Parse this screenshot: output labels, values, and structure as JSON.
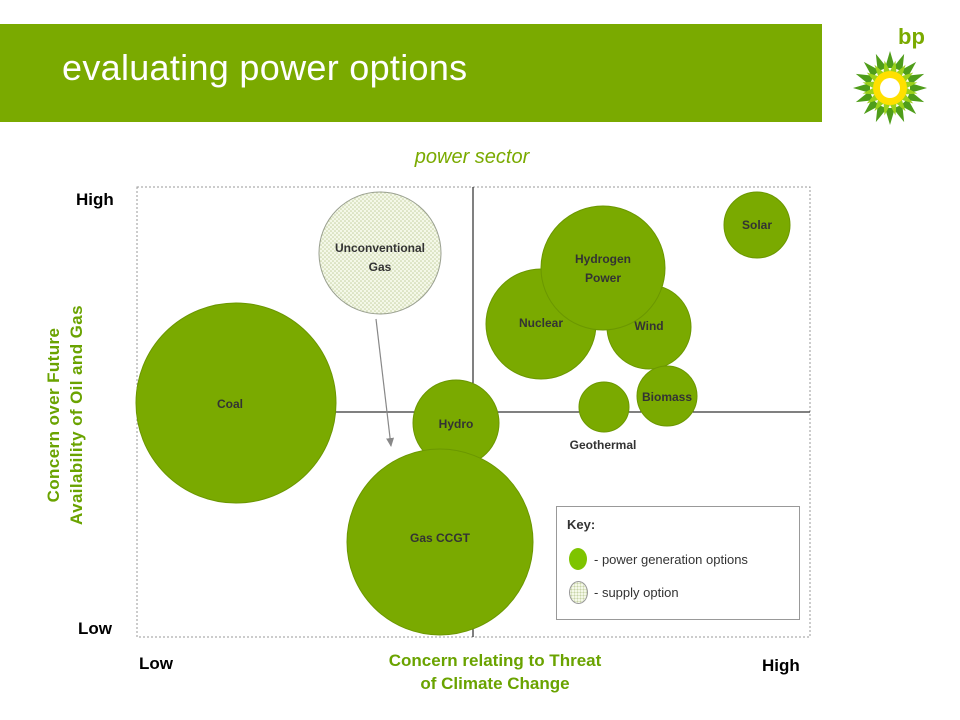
{
  "header": {
    "title": "evaluating power options",
    "brand_wordmark": "bp",
    "band_color": "#7aaa00"
  },
  "diagram": {
    "sector_title": "power sector",
    "y_axis": {
      "title_line1": "Concern over Future",
      "title_line2": "Availability of Oil and Gas",
      "high": "High",
      "low": "Low"
    },
    "x_axis": {
      "title_line1": "Concern relating to Threat",
      "title_line2": "of Climate Change",
      "low": "Low",
      "high": "High"
    },
    "bubbles": {
      "unconventional_gas": {
        "line1": "Unconventional",
        "line2": "Gas",
        "kind": "supply"
      },
      "coal": {
        "label": "Coal",
        "kind": "power"
      },
      "hydro": {
        "label": "Hydro",
        "kind": "power"
      },
      "gas_ccgt": {
        "label": "Gas CCGT",
        "kind": "power"
      },
      "nuclear": {
        "label": "Nuclear",
        "kind": "power"
      },
      "wind": {
        "label": "Wind",
        "kind": "power"
      },
      "hydrogen_power": {
        "line1": "Hydrogen",
        "line2": "Power",
        "kind": "power"
      },
      "solar": {
        "label": "Solar",
        "kind": "power"
      },
      "biomass": {
        "label": "Biomass",
        "kind": "power"
      },
      "geothermal": {
        "label": "Geothermal",
        "kind": "power"
      }
    },
    "colors": {
      "power_option_fill": "#7aaa00",
      "supply_option_fill": "#f4f8e8",
      "axis_title": "#6aa300"
    }
  },
  "key": {
    "title": "Key:",
    "items": [
      {
        "label": "- power generation options",
        "color": "#7ec400"
      },
      {
        "label": "- supply option",
        "color": "#f4f8e8"
      }
    ]
  }
}
